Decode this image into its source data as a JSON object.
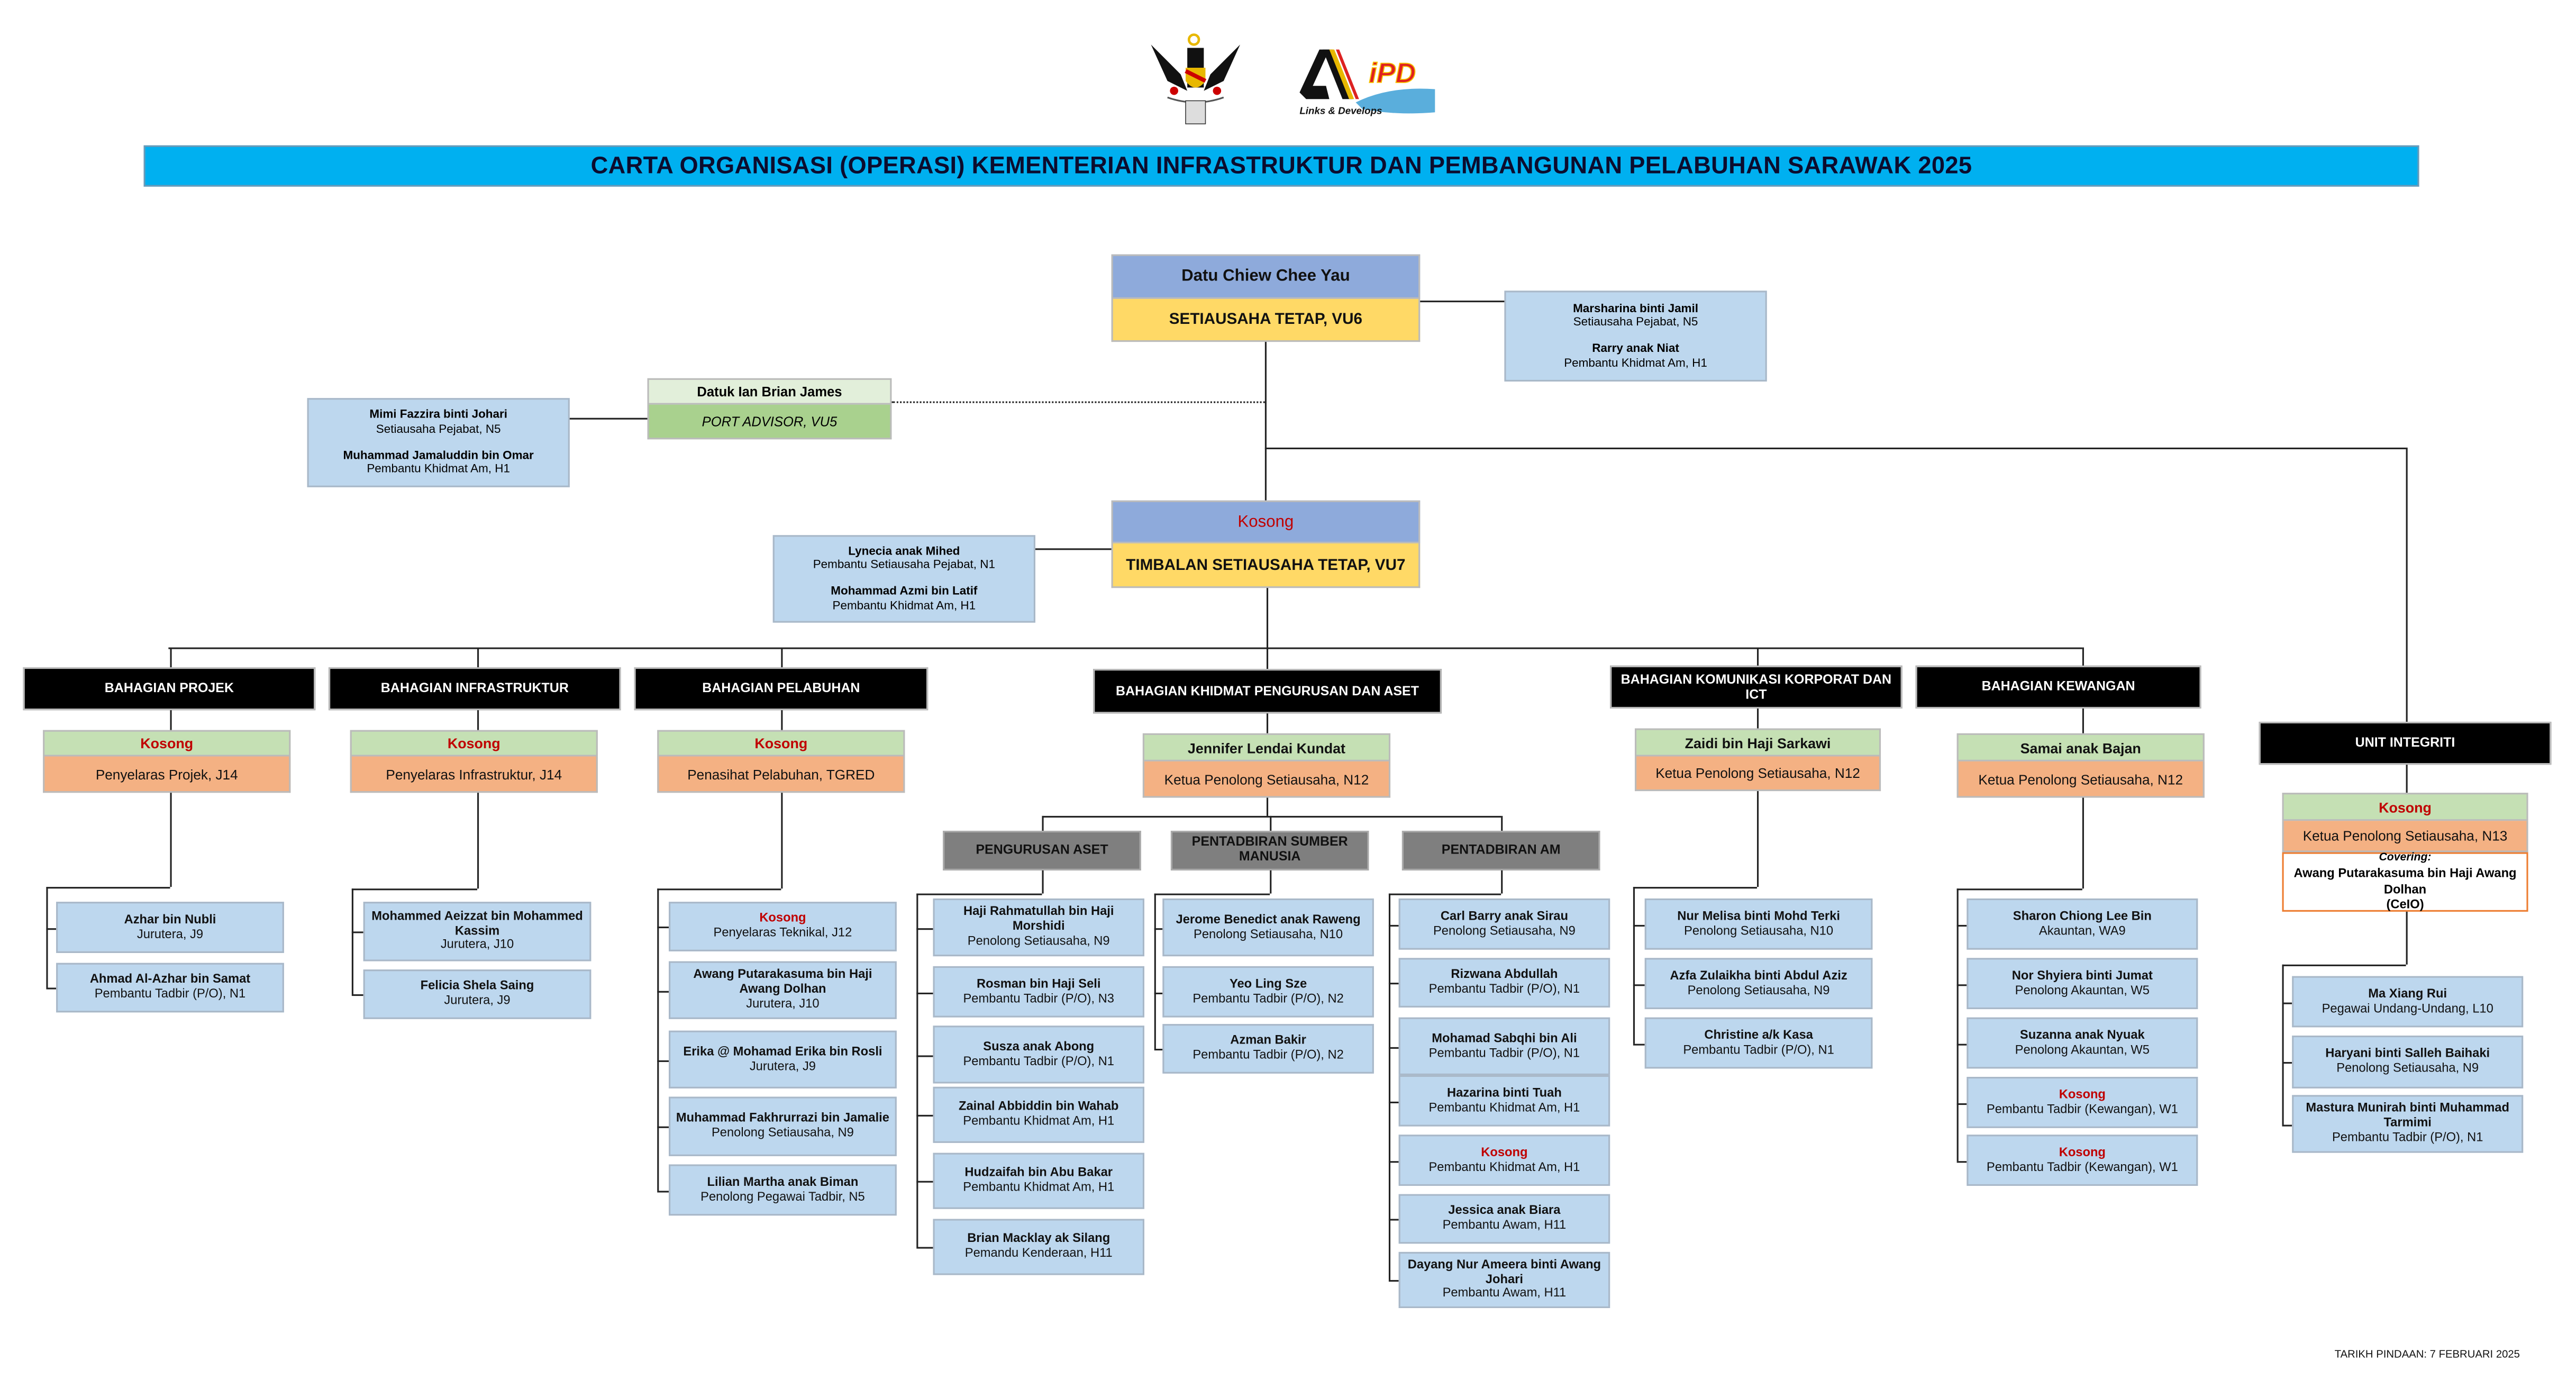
{
  "title": "CARTA ORGANISASI (OPERASI) KEMENTERIAN INFRASTRUKTUR DAN PEMBANGUNAN PELABUHAN SARAWAK 2025",
  "logos": {
    "coat_of_arms": "Sarawak coat of arms",
    "ministry_logo_text": "iPD",
    "ministry_logo_tagline": "Links & Develops"
  },
  "colors": {
    "title_bar": "#00b0f0",
    "vacant": "#c00000",
    "head_name": "#c5e0b4",
    "head_title": "#f4b183",
    "staff": "#bdd7ee"
  },
  "secretary": {
    "name": "Datu Chiew Chee Yau",
    "title": "SETIAUSAHA TETAP, VU6"
  },
  "secretary_staff": [
    {
      "name": "Marsharina binti Jamil",
      "role": "Setiausaha Pejabat, N5"
    },
    {
      "name": "Rarry anak Niat",
      "role": "Pembantu Khidmat Am, H1"
    }
  ],
  "advisor": {
    "name": "Datuk Ian Brian James",
    "title": "PORT ADVISOR, VU5"
  },
  "advisor_staff": [
    {
      "name": "Mimi Fazzira binti Johari",
      "role": "Setiausaha Pejabat, N5"
    },
    {
      "name": "Muhammad Jamaluddin bin Omar",
      "role": "Pembantu Khidmat Am, H1"
    }
  ],
  "deputy": {
    "name": "Kosong",
    "title": "TIMBALAN SETIAUSAHA TETAP, VU7"
  },
  "deputy_staff": [
    {
      "name": "Lynecia anak Mihed",
      "role": "Pembantu Setiausaha Pejabat, N1"
    },
    {
      "name": "Mohammad Azmi bin Latif",
      "role": "Pembantu Khidmat Am, H1"
    }
  ],
  "divisions": [
    {
      "header": "BAHAGIAN PROJEK",
      "head": {
        "name": "Kosong",
        "title": "Penyelaras Projek, J14",
        "vacant": true
      },
      "staff": [
        {
          "name": "Azhar bin Nubli",
          "role": "Jurutera, J9"
        },
        {
          "name": "Ahmad Al-Azhar bin Samat",
          "role": "Pembantu Tadbir (P/O), N1"
        }
      ]
    },
    {
      "header": "BAHAGIAN INFRASTRUKTUR",
      "head": {
        "name": "Kosong",
        "title": "Penyelaras Infrastruktur, J14",
        "vacant": true
      },
      "staff": [
        {
          "name": "Mohammed Aeizzat bin Mohammed Kassim",
          "role": "Jurutera, J10"
        },
        {
          "name": "Felicia Shela Saing",
          "role": "Jurutera, J9"
        }
      ]
    },
    {
      "header": "BAHAGIAN PELABUHAN",
      "head": {
        "name": "Kosong",
        "title": "Penasihat Pelabuhan, TGRED",
        "vacant": true
      },
      "staff": [
        {
          "name": "Kosong",
          "role": "Penyelaras Teknikal, J12",
          "vacant": true
        },
        {
          "name": "Awang Putarakasuma bin Haji Awang Dolhan",
          "role": "Jurutera, J10"
        },
        {
          "name": "Erika @ Mohamad Erika bin Rosli",
          "role": "Jurutera, J9"
        },
        {
          "name": "Muhammad Fakhrurrazi bin Jamalie",
          "role": "Penolong Setiausaha, N9"
        },
        {
          "name": "Lilian Martha anak Biman",
          "role": "Penolong Pegawai Tadbir, N5"
        }
      ]
    },
    {
      "header": "BAHAGIAN KHIDMAT PENGURUSAN DAN ASET",
      "head": {
        "name": "Jennifer Lendai Kundat",
        "title": "Ketua Penolong Setiausaha, N12"
      },
      "units": [
        {
          "header": "PENGURUSAN ASET",
          "staff": [
            {
              "name": "Haji Rahmatullah bin Haji Morshidi",
              "role": "Penolong Setiausaha, N9"
            },
            {
              "name": "Rosman bin Haji Seli",
              "role": "Pembantu Tadbir (P/O), N3"
            },
            {
              "name": "Susza anak Abong",
              "role": "Pembantu Tadbir (P/O), N1"
            },
            {
              "name": "Zainal Abbiddin bin Wahab",
              "role": "Pembantu Khidmat Am, H1"
            },
            {
              "name": "Hudzaifah bin Abu Bakar",
              "role": "Pembantu Khidmat Am, H1"
            },
            {
              "name": "Brian Macklay ak Silang",
              "role": "Pemandu Kenderaan, H11"
            }
          ]
        },
        {
          "header": "PENTADBIRAN SUMBER MANUSIA",
          "staff": [
            {
              "name": "Jerome Benedict anak Raweng",
              "role": "Penolong Setiausaha, N10"
            },
            {
              "name": "Yeo Ling Sze",
              "role": "Pembantu Tadbir (P/O), N2"
            },
            {
              "name": "Azman Bakir",
              "role": "Pembantu Tadbir (P/O), N2"
            }
          ]
        },
        {
          "header": "PENTADBIRAN AM",
          "staff": [
            {
              "name": "Carl Barry anak Sirau",
              "role": "Penolong Setiausaha, N9"
            },
            {
              "name": "Rizwana Abdullah",
              "role": "Pembantu Tadbir (P/O), N1"
            },
            {
              "name": "Mohamad Sabqhi bin Ali",
              "role": "Pembantu Tadbir (P/O), N1"
            },
            {
              "name": "Hazarina binti Tuah",
              "role": "Pembantu Khidmat Am, H1"
            },
            {
              "name": "Kosong",
              "role": "Pembantu Khidmat Am, H1",
              "vacant": true
            },
            {
              "name": "Jessica anak Biara",
              "role": "Pembantu Awam, H11"
            },
            {
              "name": "Dayang Nur Ameera binti Awang Johari",
              "role": "Pembantu Awam, H11"
            }
          ]
        }
      ]
    },
    {
      "header": "BAHAGIAN KOMUNIKASI KORPORAT DAN ICT",
      "head": {
        "name": "Zaidi bin Haji Sarkawi",
        "title": "Ketua Penolong Setiausaha, N12"
      },
      "staff": [
        {
          "name": "Nur Melisa binti Mohd Terki",
          "role": "Penolong Setiausaha, N10"
        },
        {
          "name": "Azfa Zulaikha binti Abdul Aziz",
          "role": "Penolong Setiausaha, N9"
        },
        {
          "name": "Christine a/k Kasa",
          "role": "Pembantu Tadbir (P/O), N1"
        }
      ]
    },
    {
      "header": "BAHAGIAN KEWANGAN",
      "head": {
        "name": "Samai anak Bajan",
        "title": "Ketua Penolong Setiausaha, N12"
      },
      "staff": [
        {
          "name": "Sharon Chiong Lee Bin",
          "role": "Akauntan, WA9"
        },
        {
          "name": "Nor Shyiera binti Jumat",
          "role": "Penolong Akauntan, W5"
        },
        {
          "name": "Suzanna anak Nyuak",
          "role": "Penolong Akauntan, W5"
        },
        {
          "name": "Kosong",
          "role": "Pembantu Tadbir (Kewangan), W1",
          "vacant": true
        },
        {
          "name": "Kosong",
          "role": "Pembantu Tadbir (Kewangan), W1",
          "vacant": true
        }
      ]
    },
    {
      "header": "UNIT INTEGRITI",
      "head": {
        "name": "Kosong",
        "title": "Ketua Penolong Setiausaha, N13",
        "vacant": true
      },
      "covering": {
        "label": "Covering:",
        "name": "Awang Putarakasuma bin Haji Awang Dolhan",
        "suffix": "(CeIO)"
      },
      "staff": [
        {
          "name": "Ma Xiang Rui",
          "role": "Pegawai Undang-Undang, L10"
        },
        {
          "name": "Haryani binti Salleh Baihaki",
          "role": "Penolong Setiausaha, N9"
        },
        {
          "name": "Mastura Munirah binti Muhammad Tarmimi",
          "role": "Pembantu Tadbir (P/O), N1"
        }
      ]
    }
  ],
  "footer": "TARIKH PINDAAN: 7 FEBRUARI 2025"
}
